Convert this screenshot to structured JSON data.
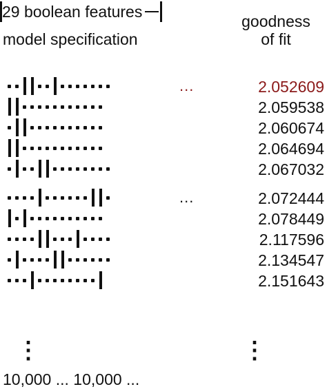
{
  "header": {
    "features_label": "29 boolean features",
    "model_label": "model specification",
    "fit_label_1": "goodness",
    "fit_label_2": "of fit"
  },
  "rows": [
    {
      "pattern": "..||..|.......",
      "ellipsis": "...",
      "value": "2.052609",
      "highlight": true
    },
    {
      "pattern": "||...........",
      "ellipsis": "",
      "value": "2.059538",
      "highlight": false
    },
    {
      "pattern": ".||..........",
      "ellipsis": "",
      "value": "2.060674",
      "highlight": false
    },
    {
      "pattern": "||...........",
      "ellipsis": "",
      "value": "2.064694",
      "highlight": false
    },
    {
      "pattern": ".|..||........",
      "ellipsis": "",
      "value": "2.067032",
      "highlight": false
    },
    {
      "pattern": "....|......||.",
      "ellipsis": "...",
      "value": "2.072444",
      "highlight": false
    },
    {
      "pattern": "|.|..........",
      "ellipsis": "",
      "value": "2.078449",
      "highlight": false
    },
    {
      "pattern": "....||...|....",
      "ellipsis": "",
      "value": "2.117596",
      "highlight": false
    },
    {
      "pattern": ".|....||......",
      "ellipsis": "",
      "value": "2.134547",
      "highlight": false
    },
    {
      "pattern": "...|........|",
      "ellipsis": "",
      "value": "2.151643",
      "highlight": false
    }
  ],
  "vdots": "⋮",
  "footer": "10,000 ... 10,000 ..."
}
